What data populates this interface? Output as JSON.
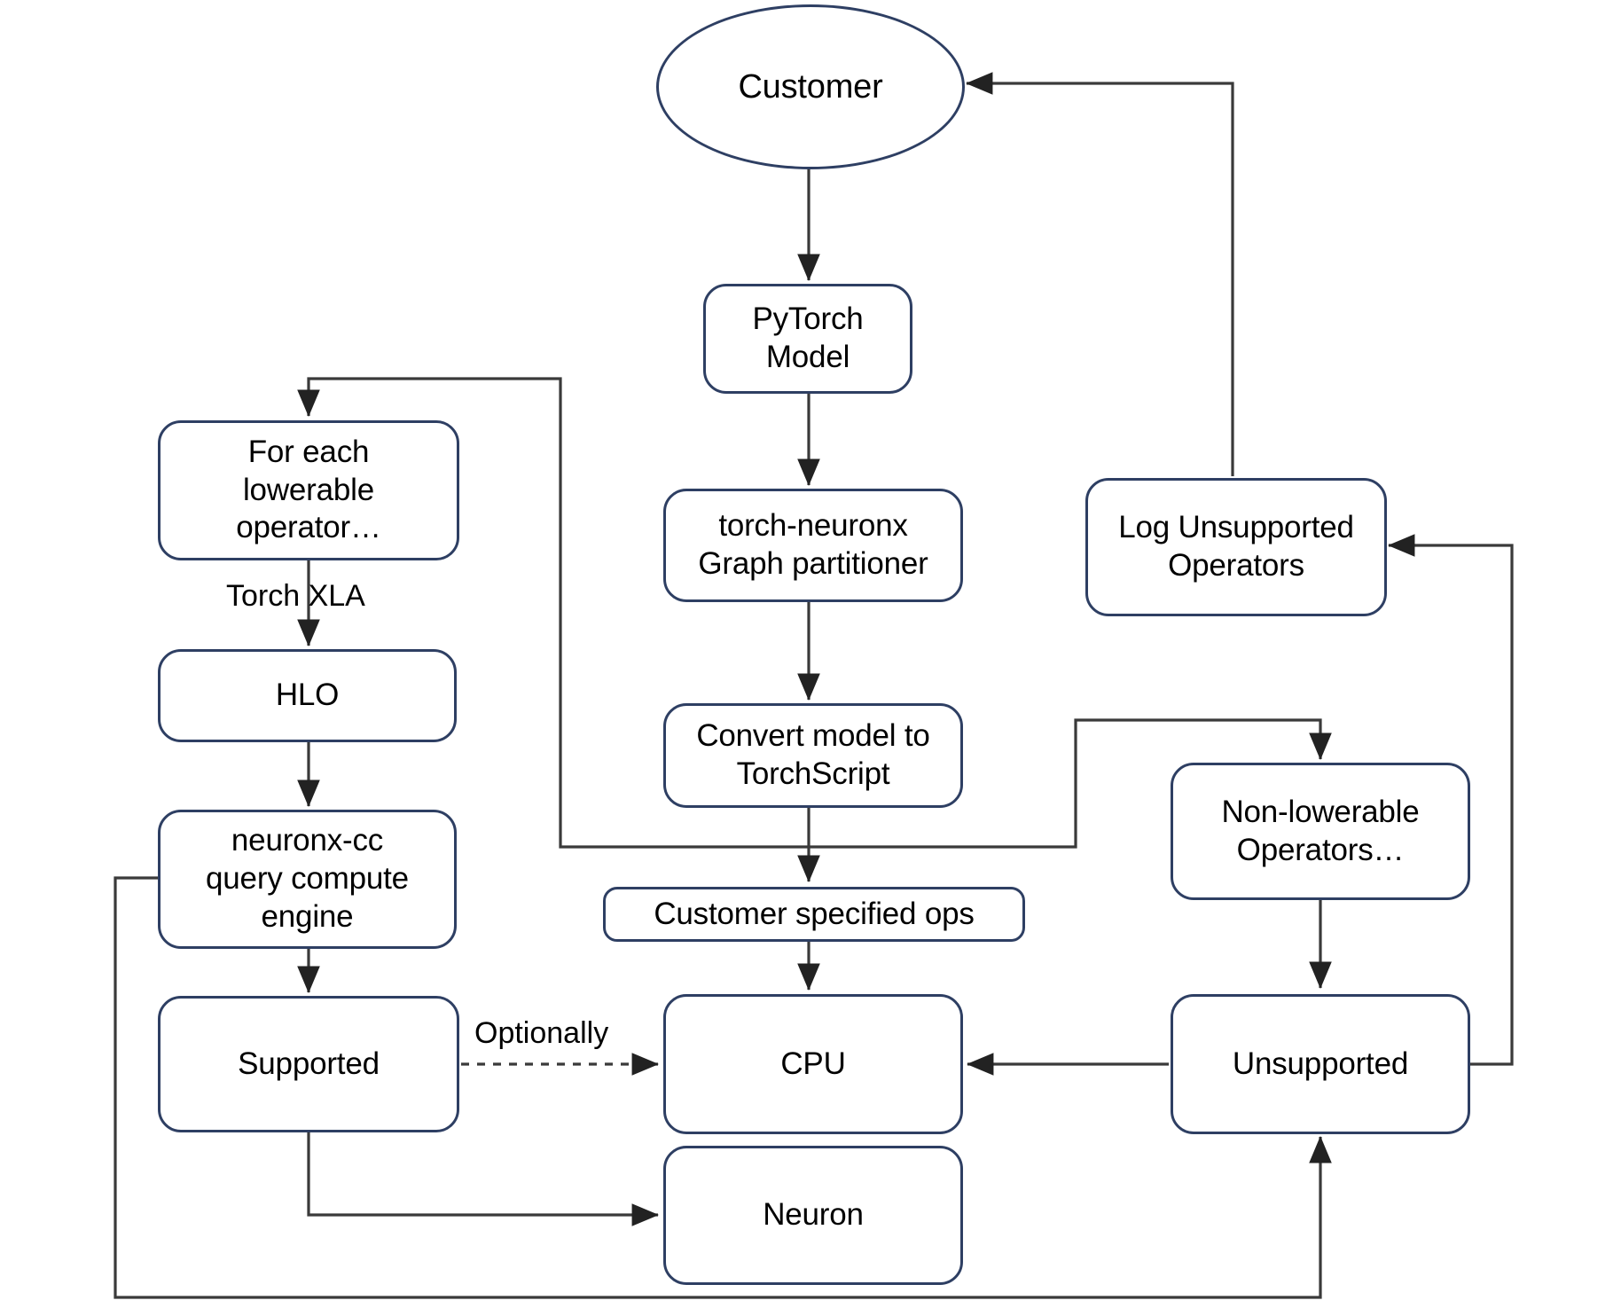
{
  "diagram": {
    "title": "torch-neuronx graph partitioning flow",
    "stroke_color": "#2e3f63",
    "line_color": "#3a3a3a",
    "background": "#ffffff",
    "nodes": [
      {
        "id": "customer",
        "label": "Customer",
        "shape": "ellipse"
      },
      {
        "id": "pytorch_model",
        "label": "PyTorch\nModel",
        "shape": "rounded"
      },
      {
        "id": "graph_partitioner",
        "label": "torch-neuronx\nGraph partitioner",
        "shape": "rounded"
      },
      {
        "id": "convert_model",
        "label": "Convert model to\nTorchScript",
        "shape": "rounded"
      },
      {
        "id": "customer_ops",
        "label": "Customer specified ops",
        "shape": "pill"
      },
      {
        "id": "cpu",
        "label": "CPU",
        "shape": "rounded"
      },
      {
        "id": "neuron",
        "label": "Neuron",
        "shape": "rounded"
      },
      {
        "id": "for_each",
        "label": "For each\nlowerable\noperator…",
        "shape": "rounded"
      },
      {
        "id": "hlo",
        "label": "HLO",
        "shape": "rounded"
      },
      {
        "id": "neuronx_cc",
        "label": "neuronx-cc\nquery compute\nengine",
        "shape": "rounded"
      },
      {
        "id": "supported",
        "label": "Supported",
        "shape": "rounded"
      },
      {
        "id": "log_unsupported",
        "label": "Log Unsupported\nOperators",
        "shape": "rounded"
      },
      {
        "id": "non_lowerable",
        "label": "Non-lowerable\nOperators…",
        "shape": "rounded"
      },
      {
        "id": "unsupported",
        "label": "Unsupported",
        "shape": "rounded"
      }
    ],
    "edge_labels": [
      {
        "id": "torch_xla",
        "text": "Torch XLA"
      },
      {
        "id": "optionally",
        "text": "Optionally"
      }
    ],
    "edges": [
      {
        "from": "customer",
        "to": "pytorch_model",
        "style": "solid"
      },
      {
        "from": "pytorch_model",
        "to": "graph_partitioner",
        "style": "solid"
      },
      {
        "from": "graph_partitioner",
        "to": "convert_model",
        "style": "solid"
      },
      {
        "from": "convert_model",
        "to": "customer_ops",
        "style": "solid"
      },
      {
        "from": "convert_model",
        "to": "for_each",
        "style": "solid"
      },
      {
        "from": "convert_model",
        "to": "non_lowerable",
        "style": "solid"
      },
      {
        "from": "customer_ops",
        "to": "cpu",
        "style": "solid"
      },
      {
        "from": "for_each",
        "to": "hlo",
        "style": "solid",
        "label": "Torch XLA"
      },
      {
        "from": "hlo",
        "to": "neuronx_cc",
        "style": "solid"
      },
      {
        "from": "neuronx_cc",
        "to": "supported",
        "style": "solid"
      },
      {
        "from": "supported",
        "to": "cpu",
        "style": "dashed",
        "label": "Optionally"
      },
      {
        "from": "supported",
        "to": "neuron",
        "style": "solid"
      },
      {
        "from": "neuronx_cc",
        "to": "unsupported",
        "style": "solid"
      },
      {
        "from": "non_lowerable",
        "to": "unsupported",
        "style": "solid"
      },
      {
        "from": "unsupported",
        "to": "cpu",
        "style": "solid"
      },
      {
        "from": "unsupported",
        "to": "log_unsupported",
        "style": "solid"
      },
      {
        "from": "log_unsupported",
        "to": "customer",
        "style": "solid"
      }
    ]
  }
}
